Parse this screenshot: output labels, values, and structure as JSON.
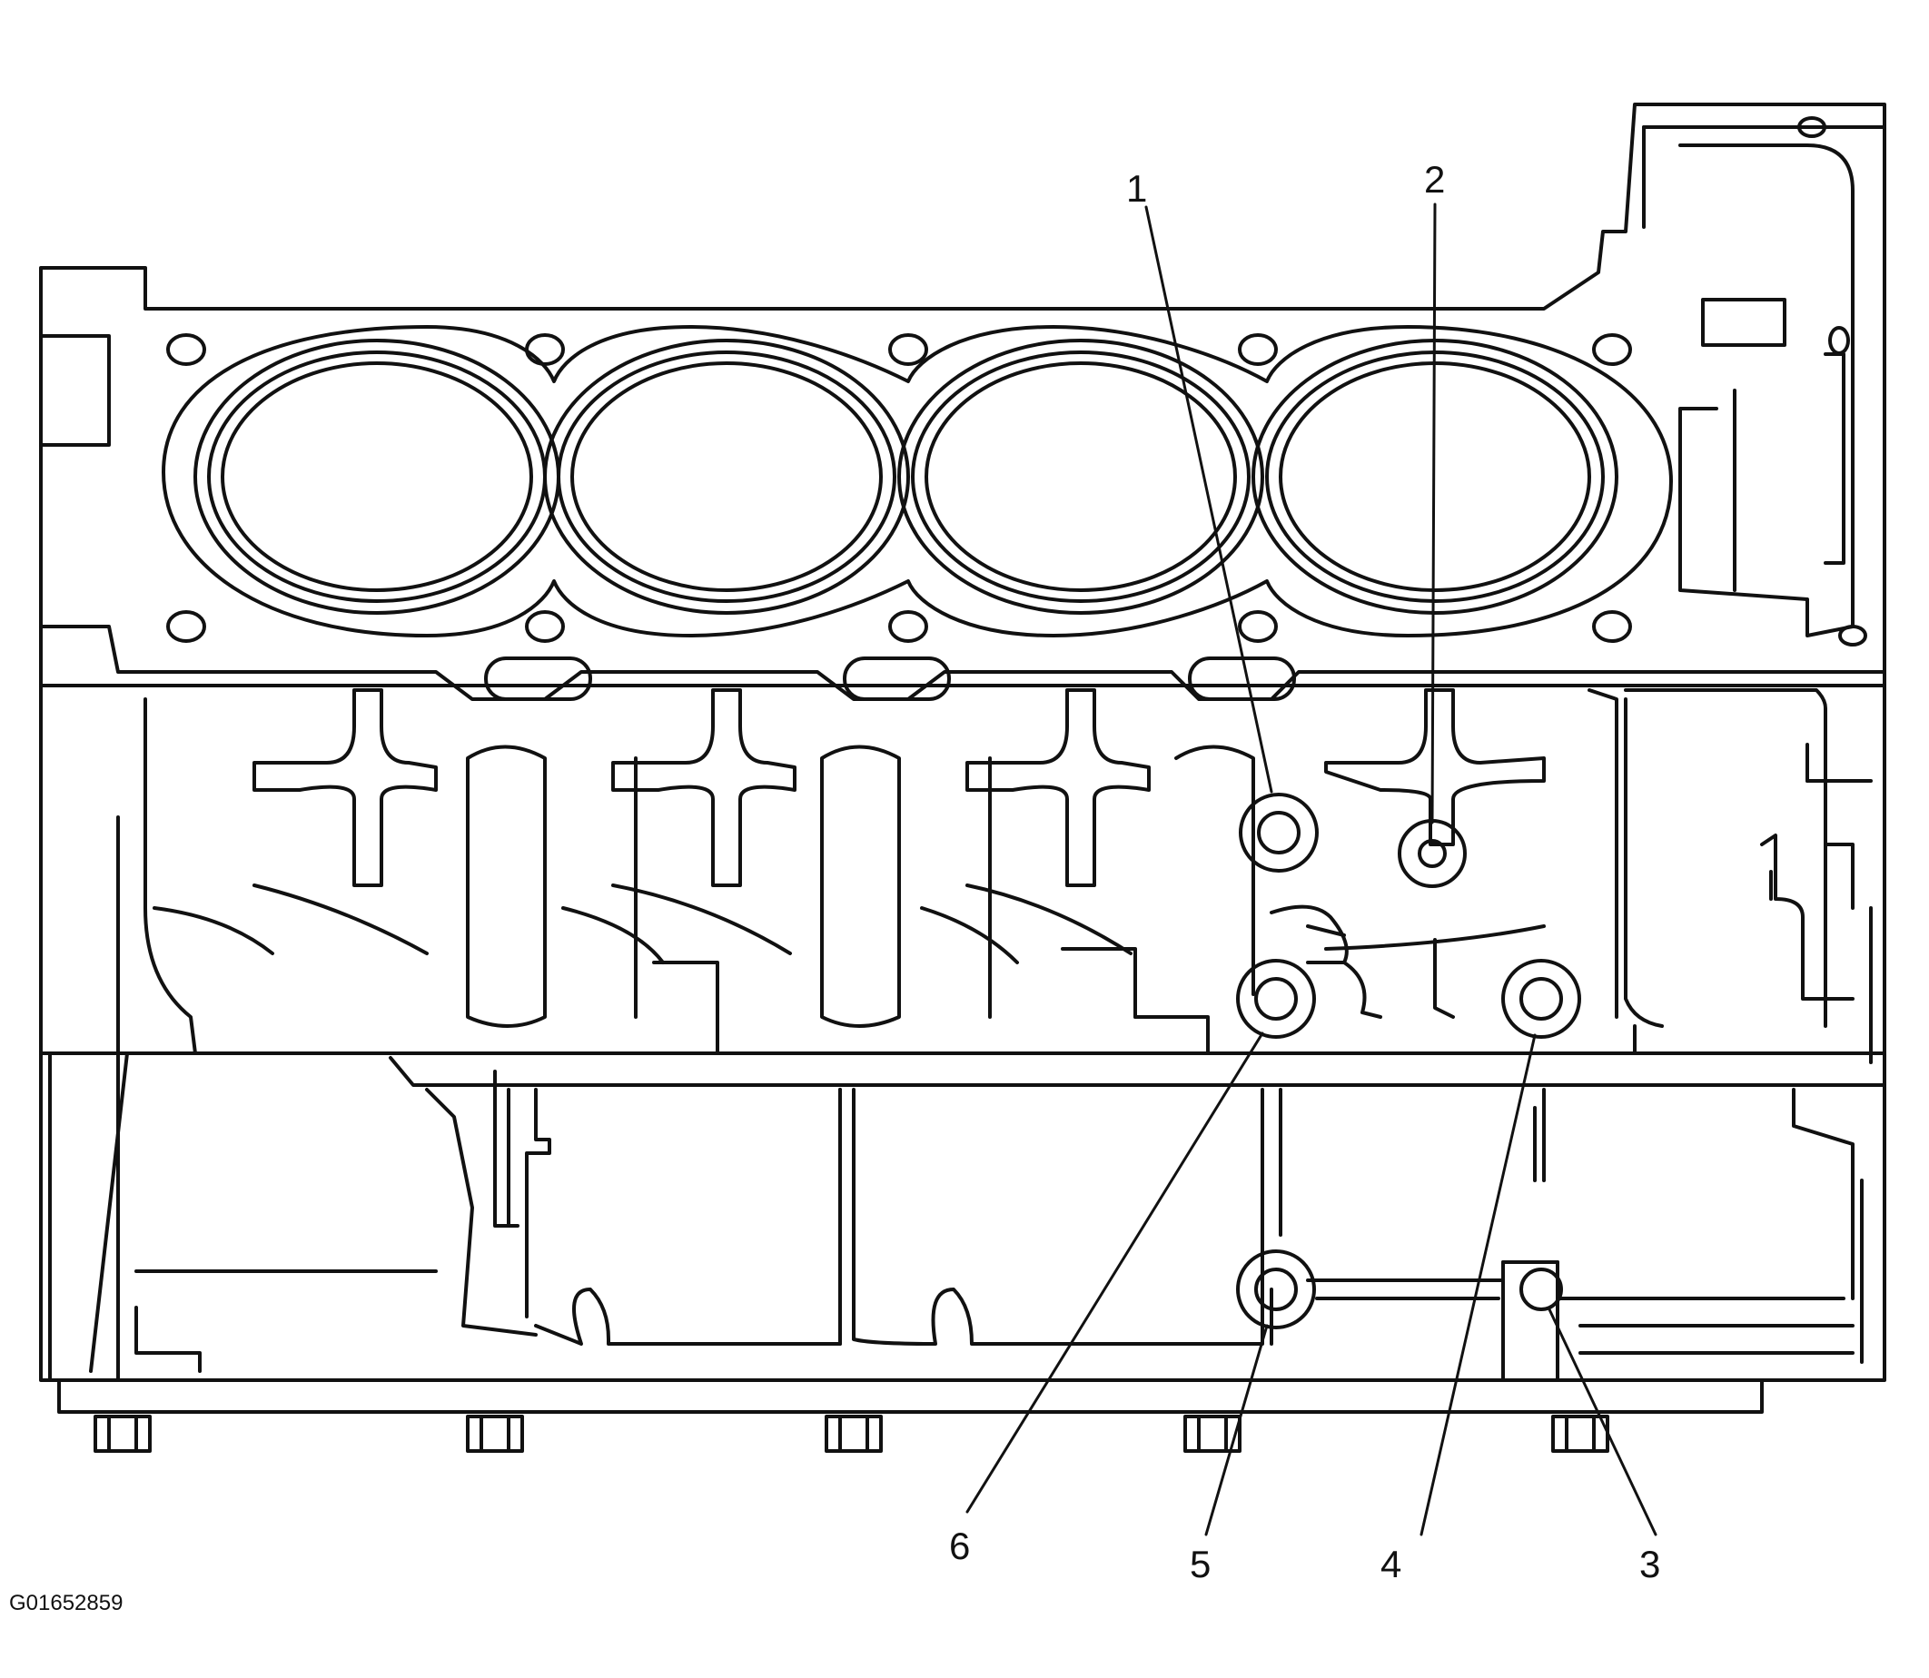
{
  "figure": {
    "id_label": "G01652859"
  },
  "callouts": [
    {
      "number": "1"
    },
    {
      "number": "2"
    },
    {
      "number": "3"
    },
    {
      "number": "4"
    },
    {
      "number": "5"
    },
    {
      "number": "6"
    }
  ]
}
